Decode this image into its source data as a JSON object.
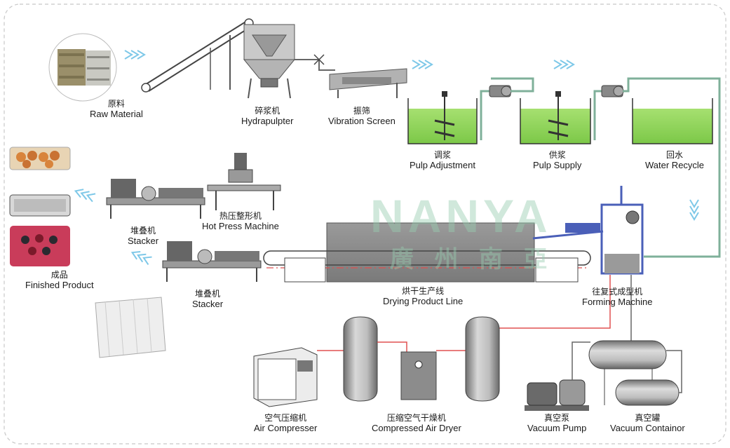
{
  "watermark": {
    "brand": "NANYA",
    "chinese": "廣 州 南 亞"
  },
  "colors": {
    "water": "#8fd45a",
    "pipe_water": "#7fb09a",
    "air_line": "#e05050",
    "arrow": "#7ec8e8",
    "machine": "#7a7a7a",
    "frame": "#4a5fb8"
  },
  "labels": {
    "raw_material": {
      "zh": "原料",
      "en": "Raw Material"
    },
    "hydrapulpter": {
      "zh": "碎浆机",
      "en": "Hydrapulpter"
    },
    "vibration_screen": {
      "zh": "振筛",
      "en": "Vibration Screen"
    },
    "pulp_adjustment": {
      "zh": "调浆",
      "en": "Pulp Adjustment"
    },
    "pulp_supply": {
      "zh": "供浆",
      "en": "Pulp Supply"
    },
    "water_recycle": {
      "zh": "回水",
      "en": "Water Recycle"
    },
    "hot_press": {
      "zh": "热压整形机",
      "en": "Hot Press Machine"
    },
    "stacker_top": {
      "zh": "堆叠机",
      "en": "Stacker"
    },
    "stacker_bottom": {
      "zh": "堆叠机",
      "en": "Stacker"
    },
    "finished_product": {
      "zh": "成品",
      "en": "Finished Product"
    },
    "drying_line": {
      "zh": "烘干生产线",
      "en": "Drying Product Line"
    },
    "forming_machine": {
      "zh": "往复式成型机",
      "en": "Forming Machine"
    },
    "air_compressor": {
      "zh": "空气压缩机",
      "en": "Air Compresser"
    },
    "air_dryer": {
      "zh": "压缩空气干燥机",
      "en": "Compressed Air Dryer"
    },
    "vacuum_pump": {
      "zh": "真空泵",
      "en": "Vacuum Pump"
    },
    "vacuum_container": {
      "zh": "真空罐",
      "en": "Vacuum Containor"
    }
  }
}
